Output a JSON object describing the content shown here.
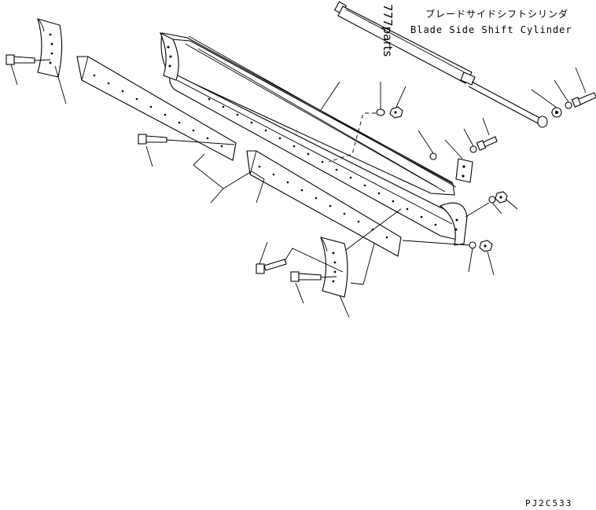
{
  "labels": {
    "cylinder_jp": "ブレードサイドシフトシリンダ",
    "cylinder_en": "Blade Side Shift Cylinder",
    "stamp": "777parts",
    "drawing_code": "PJ2C533"
  },
  "colors": {
    "line": "#000000",
    "background": "#ffffff"
  }
}
